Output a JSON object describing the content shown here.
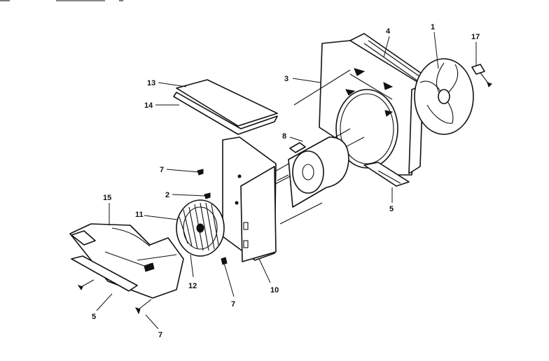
{
  "callouts": {
    "c1": "1",
    "c2": "2",
    "c3": "3",
    "c4": "4",
    "c5a": "5",
    "c5b": "5",
    "c7a": "7",
    "c7b": "7",
    "c7c": "7",
    "c8": "8",
    "c10": "10",
    "c11": "11",
    "c12": "12",
    "c13": "13",
    "c14": "14",
    "c15": "15",
    "c17": "17"
  }
}
